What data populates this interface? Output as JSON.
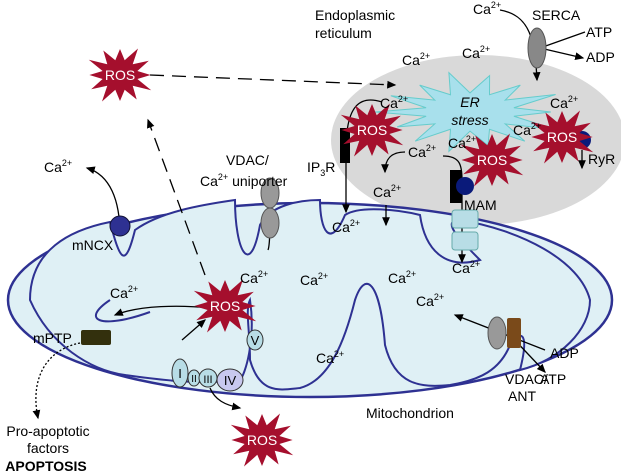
{
  "labels": {
    "ca": "Ca",
    "charge": "2+",
    "er": [
      "Endoplasmic",
      "reticulum"
    ],
    "serca": "SERCA",
    "atp": "ATP",
    "adp": "ADP",
    "er_stress": [
      "ER",
      "stress"
    ],
    "ros": "ROS",
    "ip3r": "IP",
    "ip3r_sub": "3",
    "ip3r_end": "R",
    "ryr": "RyR",
    "mam": "MAM",
    "vdac_uniporter": [
      "VDAC/",
      "uniporter"
    ],
    "mncx": "mNCX",
    "mptp": "mPTP",
    "complexes": [
      "I",
      "II",
      "III",
      "IV",
      "V"
    ],
    "vdac_ant": [
      "VDAC/",
      "ANT"
    ],
    "mitochondrion": "Mitochondrion",
    "pro_apoptotic": [
      "Pro-apoptotic",
      "factors"
    ],
    "apoptosis": "APOPTOSIS"
  },
  "colors": {
    "ros": "#a50f2d",
    "er_fill": "#d9d9d9",
    "er_stress": "#a8e0ec",
    "mito_fill": "#dff0f5",
    "membrane": "#2e3192"
  }
}
